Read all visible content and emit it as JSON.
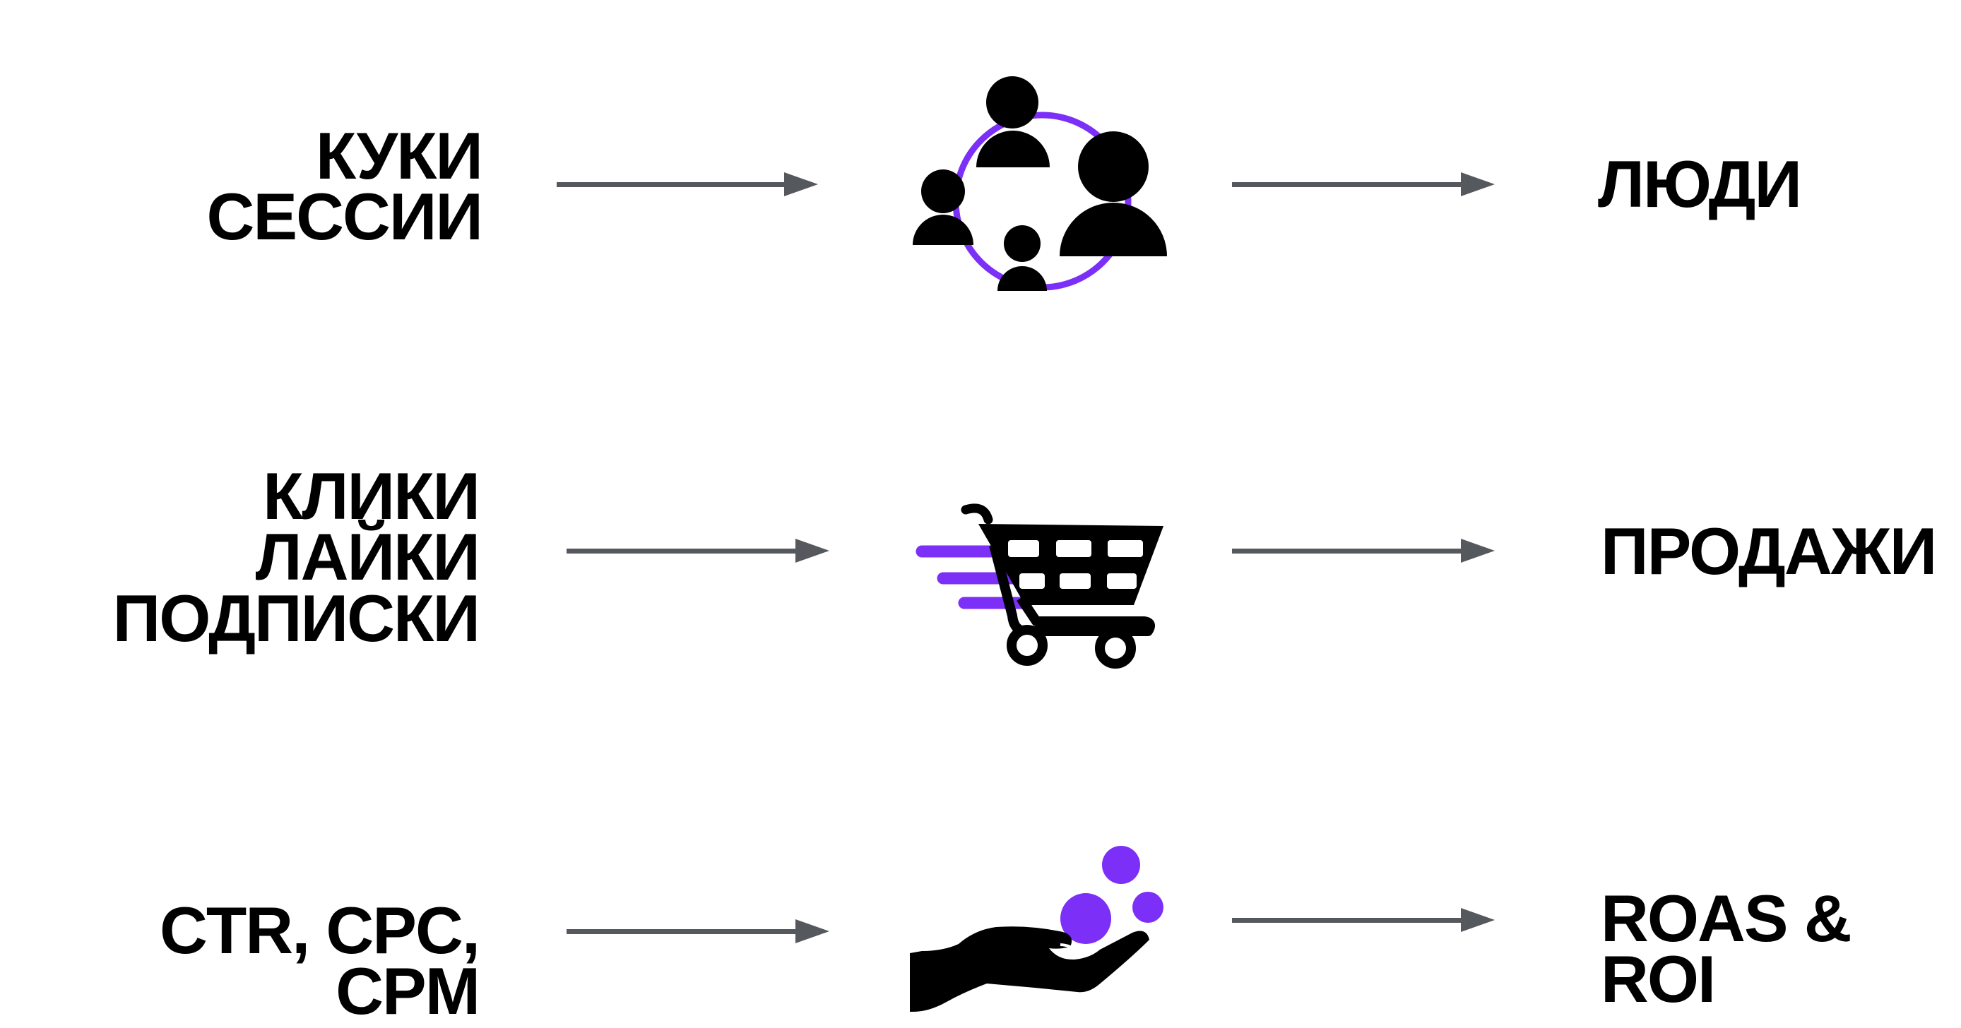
{
  "rows": [
    {
      "inputs": [
        "КУКИ",
        "СЕССИИ"
      ],
      "icon": "people-network-icon",
      "output": "ЛЮДИ"
    },
    {
      "inputs": [
        "КЛИКИ",
        "ЛАЙКИ",
        "ПОДПИСКИ"
      ],
      "icon": "shopping-cart-icon",
      "output": "ПРОДАЖИ"
    },
    {
      "inputs": [
        "CTR, CPC, CPM"
      ],
      "icon": "hand-with-coins-icon",
      "output": "ROAS & ROI"
    }
  ],
  "colors": {
    "accent": "#7b2ff7",
    "arrow": "#55585d",
    "text": "#000000"
  }
}
